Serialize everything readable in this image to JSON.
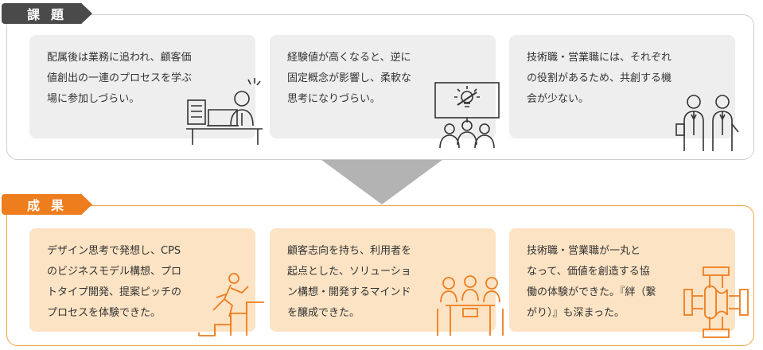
{
  "issues": {
    "label": "課題",
    "cards": [
      {
        "text": "配属後は業務に追われ、顧客価\n値創出の一連のプロセスを学ぶ\n場に参加しづらい。"
      },
      {
        "text": "経験値が高くなると、逆に\n固定概念が影響し、柔軟な\n思考になりづらい。"
      },
      {
        "text": "技術職・営業職には、それぞれ\nの役割があるため、共創する機\n会が少ない。"
      }
    ]
  },
  "results": {
    "label": "成果",
    "cards": [
      {
        "text": "デザイン思考で発想し、CPS\nのビジネスモデル構想、プロ\nトタイプ開発、提案ピッチの\nプロセスを体験できた。"
      },
      {
        "text": "顧客志向を持ち、利用者を\n起点とした、ソリューショ\nン構想・開発するマインド\nを醸成できた。"
      },
      {
        "text": "技術職・営業職が一丸と\nなって、価値を創造する協\n働の体験ができた。『絆（繋\nがり）』も深まった。"
      }
    ]
  },
  "colors": {
    "issues_accent": "#4a4a4a",
    "results_accent": "#ee7d1e",
    "arrow": "#b3b3b3",
    "issue_card_bg": "#eeeeee",
    "result_card_bg": "#fce3c4"
  }
}
